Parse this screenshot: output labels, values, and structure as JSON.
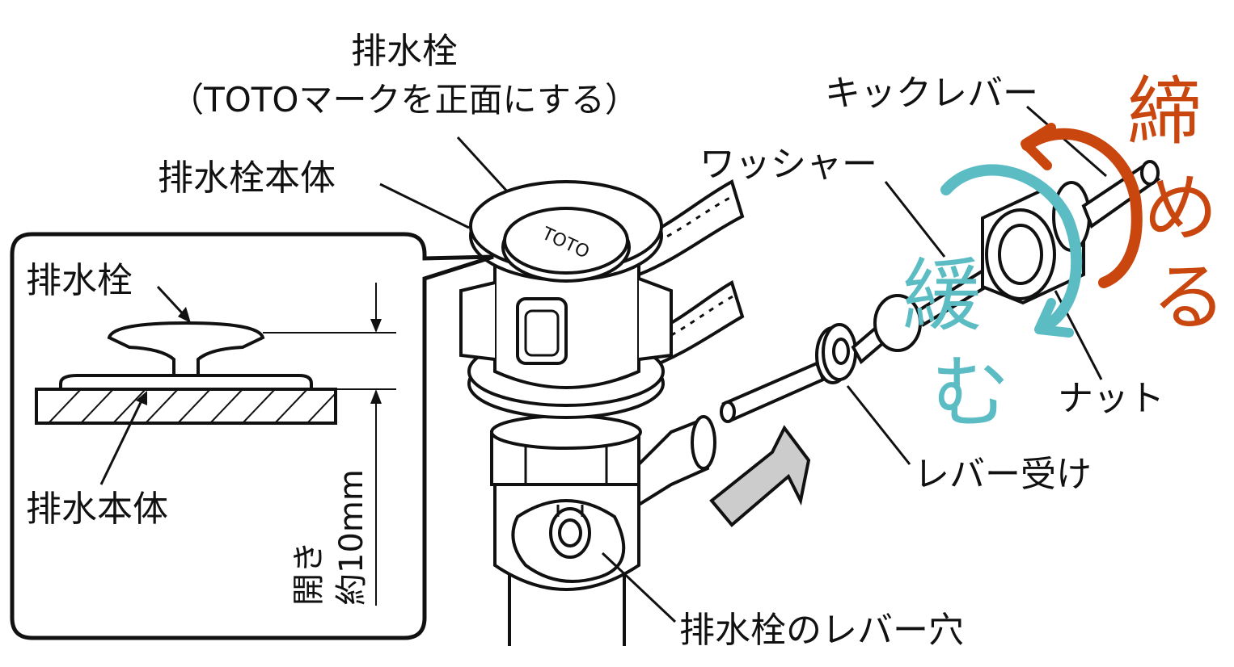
{
  "labels": {
    "drain_plug_title": "排水栓",
    "drain_plug_note": "（TOTOマークを正面にする）",
    "drain_plug_body": "排水栓本体",
    "kick_lever": "キックレバー",
    "washer": "ワッシャー",
    "nut": "ナット",
    "lever_receiver": "レバー受け",
    "drain_plug_lever_hole": "排水栓のレバー穴"
  },
  "handwritten": {
    "tighten": "締める",
    "loosen": "緩む"
  },
  "logo_text": "TOTO",
  "inset": {
    "plug": "排水栓",
    "drain_body": "排水本体",
    "opening_col1": "開き",
    "opening_col2": "約10mm"
  },
  "colors": {
    "tighten": "#c9470f",
    "loosen": "#5bbcc4",
    "arrow_fill": "#cccccc",
    "line": "#111111"
  }
}
